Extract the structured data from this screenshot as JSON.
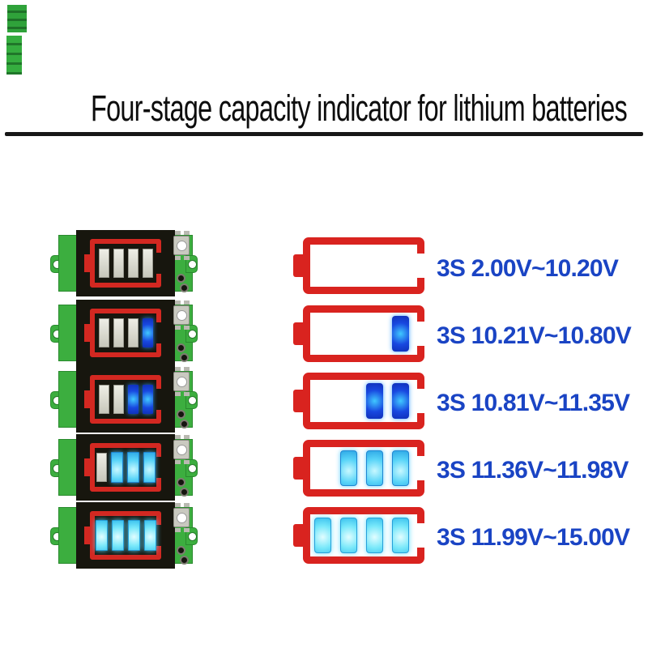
{
  "title": "Four-stage capacity indicator for lithium batteries",
  "colors": {
    "label_blue": "#1a44c4",
    "battery_red": "#d9231f",
    "pcb_green": "#3cae3f",
    "display_black": "#17160e",
    "lit_blue": "#1848e0",
    "lit_cyan": "#58d4f8",
    "unlit_segment": "#d6d6ca"
  },
  "rows": [
    {
      "label": "3S 2.00V~10.20V",
      "lit_count": 0,
      "pcb_segments": [
        "off",
        "off",
        "off",
        "off"
      ],
      "icon_bars": [
        "none",
        "none",
        "none",
        "none"
      ]
    },
    {
      "label": "3S 10.21V~10.80V",
      "lit_count": 1,
      "pcb_segments": [
        "off",
        "off",
        "off",
        "blue"
      ],
      "icon_bars": [
        "none",
        "none",
        "none",
        "blue"
      ]
    },
    {
      "label": "3S 10.81V~11.35V",
      "lit_count": 2,
      "pcb_segments": [
        "off",
        "off",
        "blue",
        "blue"
      ],
      "icon_bars": [
        "none",
        "none",
        "blue",
        "blue"
      ]
    },
    {
      "label": "3S 11.36V~11.98V",
      "lit_count": 3,
      "pcb_segments": [
        "off",
        "cyan",
        "cyan",
        "cyan"
      ],
      "icon_bars": [
        "none",
        "cyan",
        "cyan",
        "cyan"
      ]
    },
    {
      "label": "3S 11.99V~15.00V",
      "lit_count": 4,
      "pcb_segments": [
        "cyan2",
        "cyan2",
        "cyan2",
        "cyan2"
      ],
      "icon_bars": [
        "cyan2",
        "cyan2",
        "cyan2",
        "cyan2"
      ]
    }
  ]
}
